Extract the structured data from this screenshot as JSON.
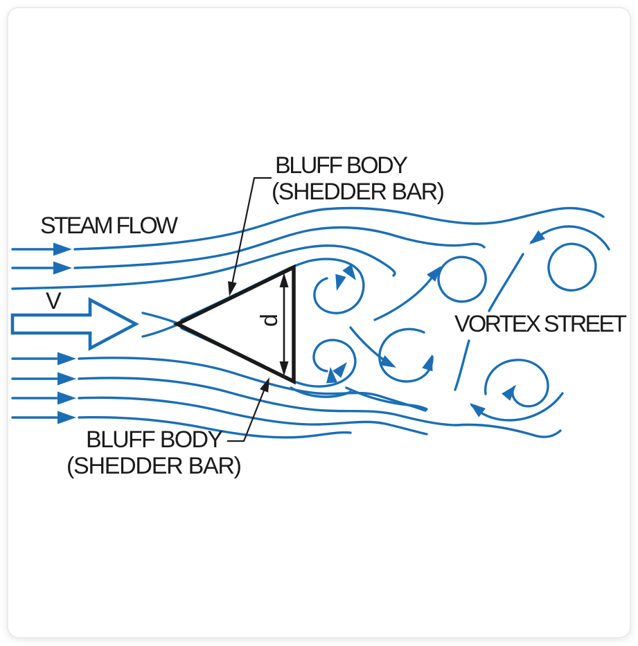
{
  "diagram": {
    "title_hint": "vortex-shedding-flowmeter-principle",
    "labels": {
      "steam_flow": "STEAM FLOW",
      "velocity": "V",
      "bluff_top_line1": "BLUFF BODY",
      "bluff_top_line2": "(SHEDDER BAR)",
      "dimension": "d",
      "vortex_street": "VORTEX STREET",
      "bluff_bottom_line1": "BLUFF BODY",
      "bluff_bottom_line2": "(SHEDDER BAR)"
    },
    "colors": {
      "flow_blue": "#1b6eb4",
      "ink_black": "#1a1a1a",
      "card_border": "#e7e7e7",
      "card_bg": "#ffffff"
    }
  }
}
